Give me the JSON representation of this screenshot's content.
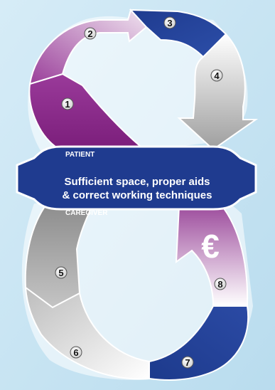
{
  "banner": {
    "top_label": "PATIENT",
    "line1": "Sufficient space, proper aids",
    "line2": "& correct working techniques",
    "bottom_label": "CAREGIVER"
  },
  "currency_symbol": "€",
  "steps": [
    {
      "number": "1",
      "color": "#8c2a8c"
    },
    {
      "number": "2",
      "color": "#b878b8"
    },
    {
      "number": "3",
      "color": "#1f3b8f"
    },
    {
      "number": "4",
      "color": "#c8c8c8"
    },
    {
      "number": "5",
      "color": "#9c9c9c"
    },
    {
      "number": "6",
      "color": "#d4d4d4"
    },
    {
      "number": "7",
      "color": "#1f3b8f"
    },
    {
      "number": "8",
      "color": "#b46ab4"
    }
  ],
  "colors": {
    "background": "#c6e2f0",
    "banner": "#1f3b8f",
    "purple": "#8c2a8c",
    "blue": "#1f3b8f",
    "grey": "#a8a8a8"
  }
}
